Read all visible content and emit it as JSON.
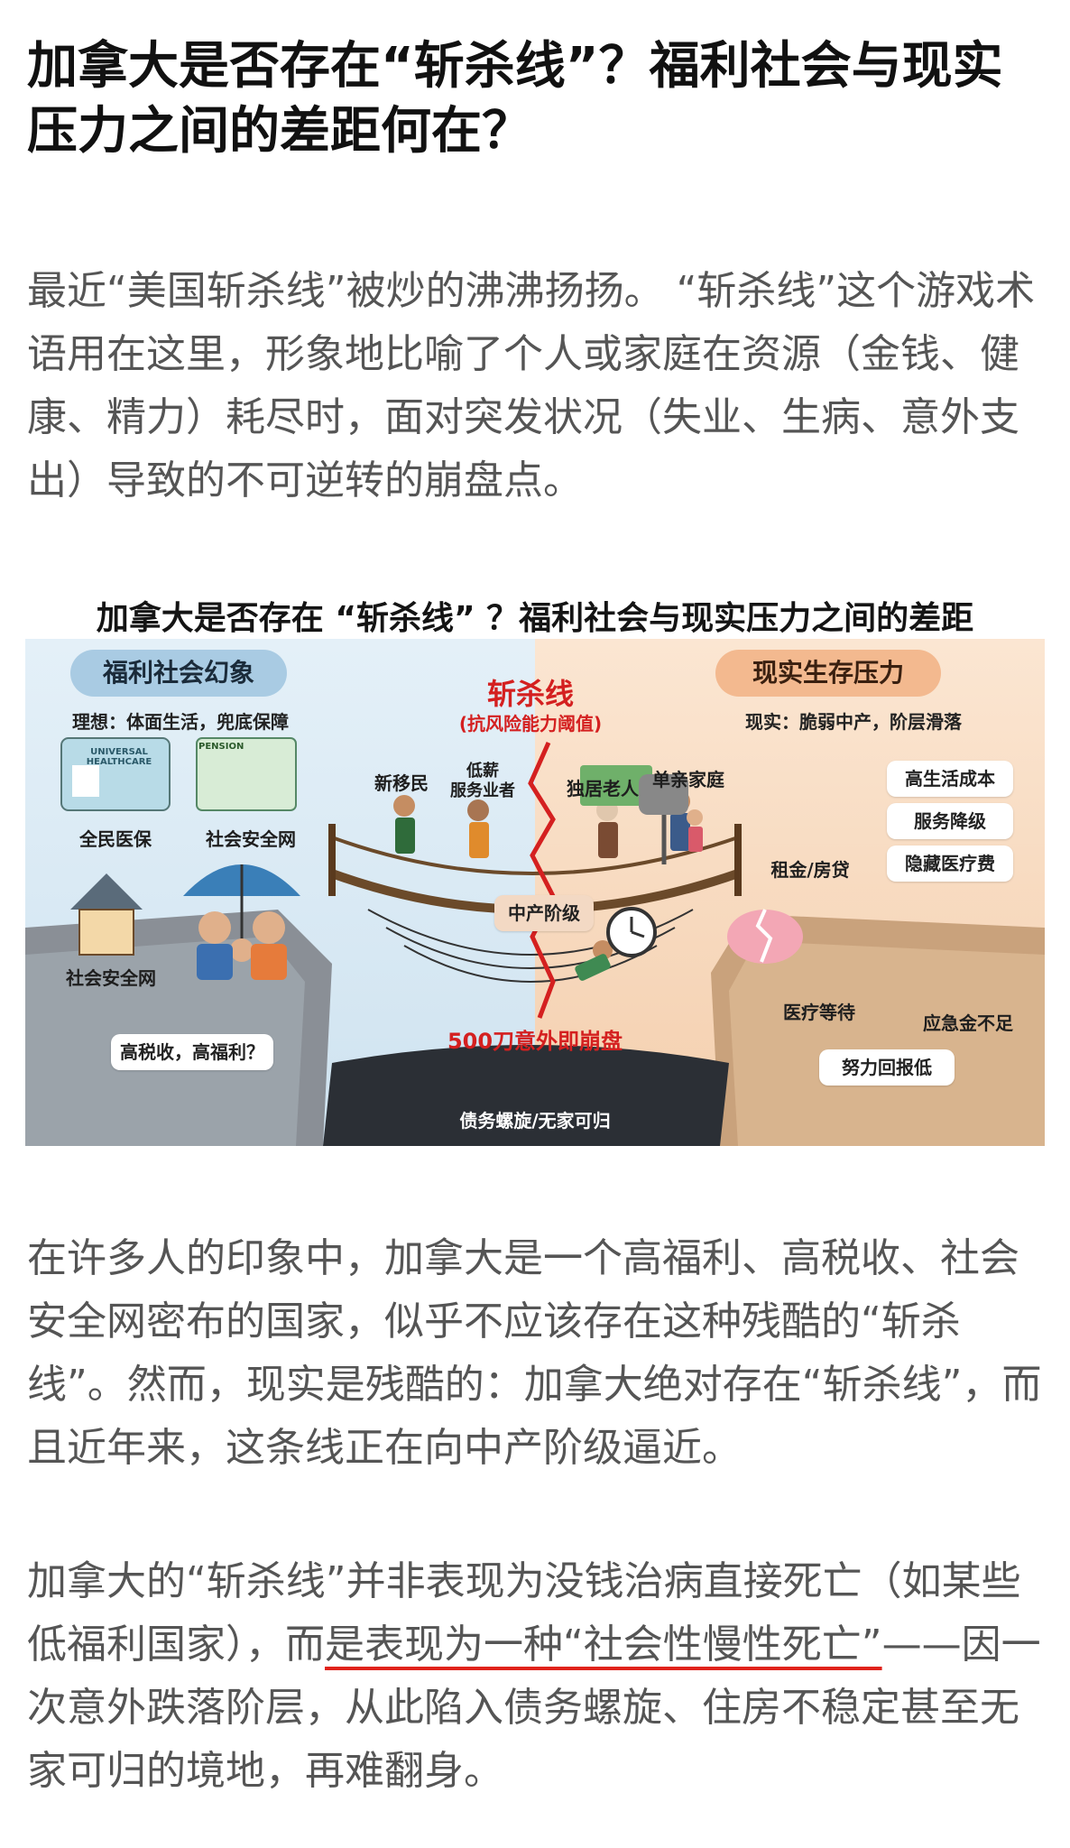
{
  "article": {
    "title": "加拿大是否存在“斩杀线”？福利社会与现实压力之间的差距何在？",
    "p1": "最近“美国斩杀线”被炒的沸沸扬扬。 “斩杀线”这个游戏术语用在这里，形象地比喻了个人或家庭在资源（金钱、健康、精力）耗尽时，面对突发状况（失业、生病、意外支出）导致的不可逆转的崩盘点。",
    "p2": "在许多人的印象中，加拿大是一个高福利、高税收、社会安全网密布的国家，似乎不应该存在这种残酷的“斩杀线”。然而，现实是残酷的：加拿大绝对存在“斩杀线”，而且近年来，这条线正在向中产阶级逼近。",
    "p3_a": "加拿大的“斩杀线”并非表现为没钱治病直接死亡（如某些低福利国家），而",
    "p3_highlight": "是表现为一种“社会性慢性死亡”",
    "p3_b": "——因一次意外跌落阶层，从此陷入债务螺旋、住房不稳定甚至无家可归的境地，再难翻身。"
  },
  "infographic": {
    "title": "加拿大是否存在 “斩杀线” ？福利社会与现实压力之间的差距",
    "left_header": "福利社会幻象",
    "left_sub": "理想：体面生活，兜底保障",
    "card1_text": "UNIVERSAL HEALTHCARE",
    "card2_text": "PENSION",
    "label_healthcare": "全民医保",
    "label_safety_net": "社会安全网",
    "label_house": "社会安全网",
    "label_tax": "高税收，高福利？",
    "kill_line": "斩杀线",
    "kill_line_sub": "(抗风险能力阈值)",
    "people": [
      "新移民",
      "低薪\n服务业者",
      "独居老人",
      "单亲家庭"
    ],
    "middle_class": "中产阶级",
    "collapse": "500刀意外即崩盘",
    "bottom": "债务螺旋/无家可归",
    "right_header": "现实生存压力",
    "right_sub": "现实：脆弱中产，阶层滑落",
    "r_items": [
      "高生活成本",
      "服务降级",
      "隐藏医疗费"
    ],
    "rent": "租金/房贷",
    "wait": "医疗等待",
    "emergency": "应急金不足",
    "effort": "努力回报低"
  }
}
